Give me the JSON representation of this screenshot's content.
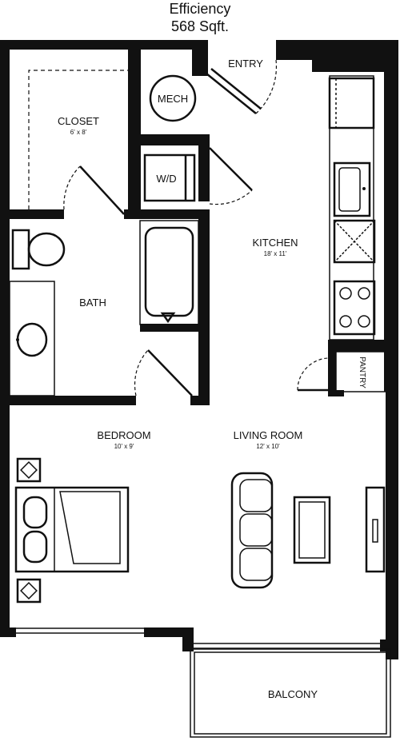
{
  "header": {
    "title": "Efficiency",
    "area": "568 Sqft."
  },
  "rooms": {
    "entry": {
      "name": "ENTRY"
    },
    "mech": {
      "name": "MECH"
    },
    "closet": {
      "name": "CLOSET",
      "size": "6' x 8'"
    },
    "wd": {
      "name": "W/D"
    },
    "kitchen": {
      "name": "KITCHEN",
      "size": "18' x 11'"
    },
    "bath": {
      "name": "BATH"
    },
    "pantry": {
      "name": "PANTRY"
    },
    "bedroom": {
      "name": "BEDROOM",
      "size": "10' x 9'"
    },
    "living": {
      "name": "LIVING ROOM",
      "size": "12' x 10'"
    },
    "balcony": {
      "name": "BALCONY"
    }
  }
}
